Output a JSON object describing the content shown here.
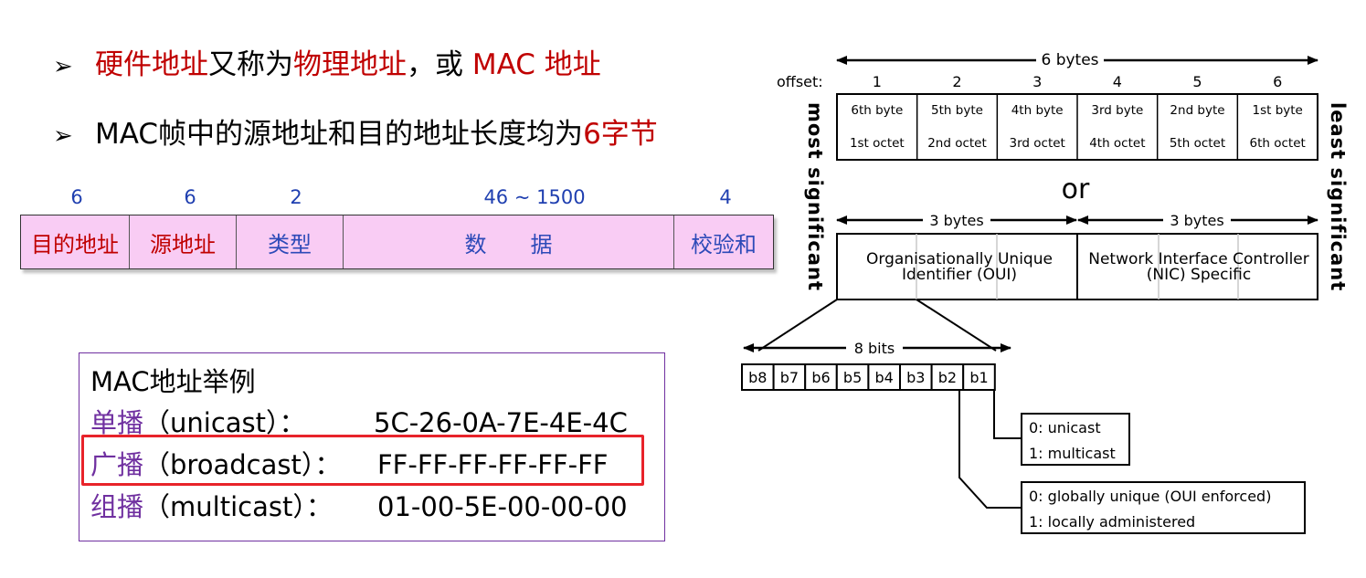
{
  "bullets": [
    {
      "parts": [
        {
          "t": "硬件地址",
          "red": true
        },
        {
          "t": "又称为",
          "red": false
        },
        {
          "t": "物理地址",
          "red": true
        },
        {
          "t": "，或 ",
          "red": false
        },
        {
          "t": "MAC 地址",
          "red": true
        }
      ]
    },
    {
      "parts": [
        {
          "t": "MAC帧中的源地址和目的地址长度均为",
          "red": false
        },
        {
          "t": "6字节",
          "red": true
        }
      ]
    }
  ],
  "bullet_marker": "➢",
  "frame": {
    "sizes": [
      "6",
      "6",
      "2",
      "46 ~ 1500",
      "4"
    ],
    "fields": [
      "目的地址",
      "源地址",
      "类型",
      "数　　据",
      "校验和"
    ]
  },
  "mac_example": {
    "title": "MAC地址举例",
    "rows": [
      {
        "label": "单播",
        "kind": "（unicast）：",
        "value": "5C-26-0A-7E-4E-4C"
      },
      {
        "label": "广播",
        "kind": "（broadcast）：",
        "value": "FF-FF-FF-FF-FF-FF"
      },
      {
        "label": "组播",
        "kind": "（multicast）：",
        "value": "01-00-5E-00-00-00"
      }
    ]
  },
  "diagram": {
    "total": "6 bytes",
    "offset_label": "offset:",
    "offsets": [
      "1",
      "2",
      "3",
      "4",
      "5",
      "6"
    ],
    "bytes_top": [
      "6th byte",
      "5th byte",
      "4th byte",
      "3rd byte",
      "2nd byte",
      "1st byte"
    ],
    "octets": [
      "1st octet",
      "2nd octet",
      "3rd octet",
      "4th octet",
      "5th octet",
      "6th octet"
    ],
    "left_side": "most significant",
    "right_side": "least significant",
    "or": "or",
    "half_left": "3 bytes",
    "half_right": "3 bytes",
    "oui_line1": "Organisationally Unique",
    "oui_line2": "Identifier (OUI)",
    "nic_line1": "Network Interface Controller",
    "nic_line2": "(NIC) Specific",
    "bits_label": "8 bits",
    "bits": [
      "b8",
      "b7",
      "b6",
      "b5",
      "b4",
      "b3",
      "b2",
      "b1"
    ],
    "b1_line1": "0: unicast",
    "b1_line2": "1: multicast",
    "b2_line1": "0: globally unique (OUI enforced)",
    "b2_line2": "1: locally administered"
  }
}
